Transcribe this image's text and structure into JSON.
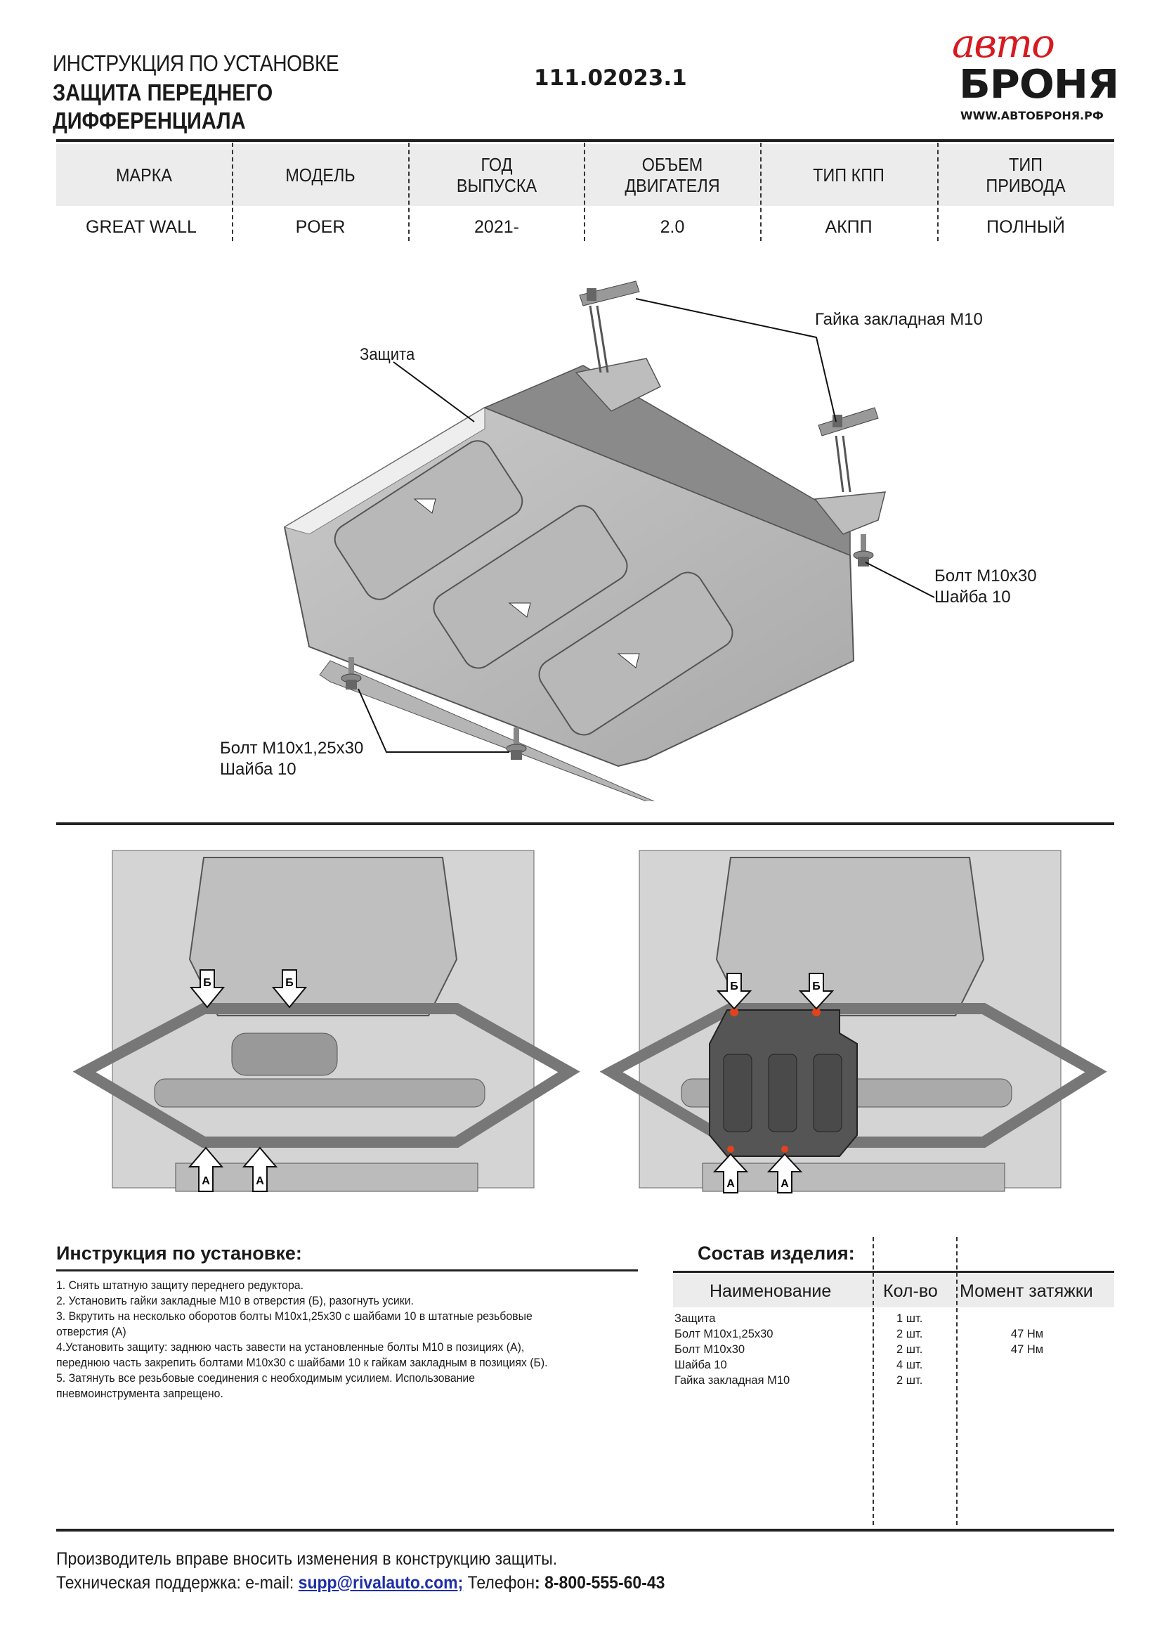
{
  "header": {
    "subtitle": "ИНСТРУКЦИЯ ПО УСТАНОВКЕ",
    "title_line1": "ЗАЩИТА ПЕРЕДНЕГО",
    "title_line2": "ДИФФЕРЕНЦИАЛА",
    "doc_number": "111.02023.1",
    "logo": {
      "script": "авто",
      "brand": "БРОНЯ",
      "url": "WWW.АВТОБРОНЯ.РФ",
      "script_color": "#d71920"
    }
  },
  "spec_table": {
    "headers": [
      [
        "МАРКА"
      ],
      [
        "МОДЕЛЬ"
      ],
      [
        "ГОД",
        "ВЫПУСКА"
      ],
      [
        "ОБЪЕМ",
        "ДВИГАТЕЛЯ"
      ],
      [
        "ТИП КПП"
      ],
      [
        "ТИП",
        "ПРИВОДА"
      ]
    ],
    "values": [
      "GREAT WALL",
      "POER",
      "2021-",
      "2.0",
      "АКПП",
      "ПОЛНЫЙ"
    ]
  },
  "diagram": {
    "labels": {
      "shield": "Защита",
      "embedded_nut": "Гайка закладная М10",
      "bolt_front_1": "Болт М10х30",
      "bolt_front_2": "Шайба 10",
      "bolt_rear_1": "Болт М10х1,25х30",
      "bolt_rear_2": "Шайба 10"
    }
  },
  "photos": {
    "before": {
      "markers": [
        "Б",
        "Б",
        "А",
        "А"
      ]
    },
    "after": {
      "markers": [
        "Б",
        "Б",
        "А",
        "А"
      ],
      "highlight_color": "#e0441c"
    }
  },
  "instructions": {
    "title": "Инструкция по установке:",
    "steps": [
      "1. Снять штатную защиту переднего редуктора.",
      "2. Установить гайки закладные М10 в отверстия (Б), разогнуть усики.",
      "3. Вкрутить на несколько оборотов болты М10х1,25х30 с шайбами 10 в штатные резьбовые отверстия (А)",
      "4.Установить защиту: заднюю часть завести на установленные болты М10 в позициях (А), переднюю часть закрепить болтами М10х30 с шайбами 10 к гайкам закладным в позициях (Б).",
      "5. Затянуть все резьбовые соединения с необходимым усилием. Использование пневмоинструмента запрещено."
    ]
  },
  "composition": {
    "title": "Состав изделия:",
    "headers": [
      "Наименование",
      "Кол-во",
      "Момент затяжки"
    ],
    "rows": [
      {
        "name": "Защита",
        "qty": "1 шт.",
        "torque": ""
      },
      {
        "name": "Болт М10х1,25х30",
        "qty": "2 шт.",
        "torque": "47 Нм"
      },
      {
        "name": "Болт М10х30",
        "qty": "2 шт.",
        "torque": "47 Нм"
      },
      {
        "name": "Шайба 10",
        "qty": "4 шт.",
        "torque": ""
      },
      {
        "name": "Гайка закладная М10",
        "qty": "2 шт.",
        "torque": ""
      }
    ]
  },
  "footer": {
    "notice": "Производитель вправе вносить изменения в конструкцию защиты.",
    "support_label": "Техническая поддержка:  e-mail: ",
    "email": "supp@rivalauto.com;",
    "phone_label": " Телефон",
    "phone": ": 8-800-555-60-43",
    "link_color": "#1f2fa8"
  }
}
